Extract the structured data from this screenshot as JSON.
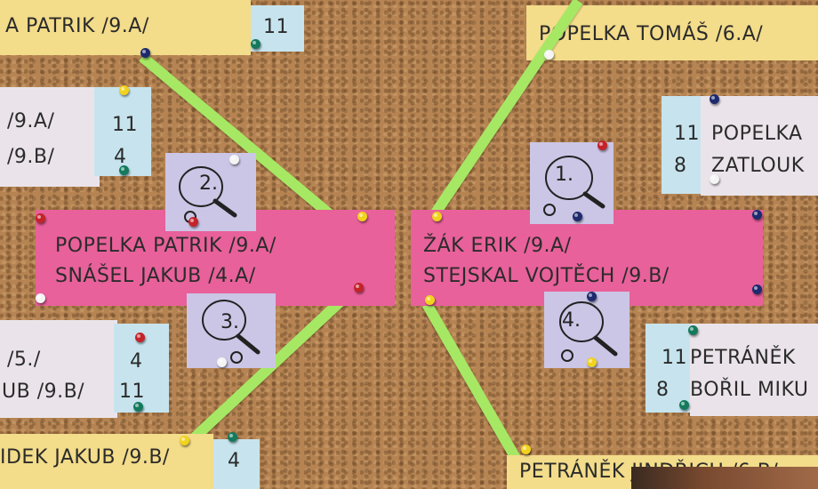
{
  "board": {
    "top_left_name": "A PATRIK /9.A/",
    "top_left_score": "11",
    "top_right_name": "POPELKA TOMÁŠ /6.A/",
    "left_mid_line1": "/9.A/",
    "left_mid_line2": "/9.B/",
    "left_mid_score1": "11",
    "left_mid_score2": "4",
    "right_mid_score1": "11",
    "right_mid_score2": "8",
    "right_mid_name1": "POPELKA",
    "right_mid_name2": "ZATLOUK",
    "left_center_line1": "POPELKA PATRIK /9.A/",
    "left_center_line2": "SNÁŠEL JAKUB /4.A/",
    "right_center_line1": "ŽÁK ERIK /9.A/",
    "right_center_line2": "STEJSKAL VOJTĚCH /9.B/",
    "left_low_line1": "/5./",
    "left_low_line2": "UB /9.B/",
    "left_low_score1": "4",
    "left_low_score2": "11",
    "right_low_score1": "11",
    "right_low_score2": "8",
    "right_low_name1": "PETRÁNĚK",
    "right_low_name2": "BOŘIL MIKU",
    "bottom_left_name": "IDEK JAKUB /9.B/",
    "bottom_left_score": "4",
    "bottom_right_name": "PETRÁNĚK JINDŘICH /6.B/",
    "match_1": "1.",
    "match_2": "2.",
    "match_3": "3.",
    "match_4": "4.",
    "partial_top_right": "/6.A/"
  },
  "icons": [
    "ping-pong-paddle-icon",
    "push-pin-icon"
  ],
  "colors": {
    "cork": "#b68452",
    "yellow": "#f3dc8a",
    "pink": "#e8619a",
    "lavender": "#cbc6e6",
    "blue": "#c7e4ee",
    "green_strip": "#a6e864"
  }
}
